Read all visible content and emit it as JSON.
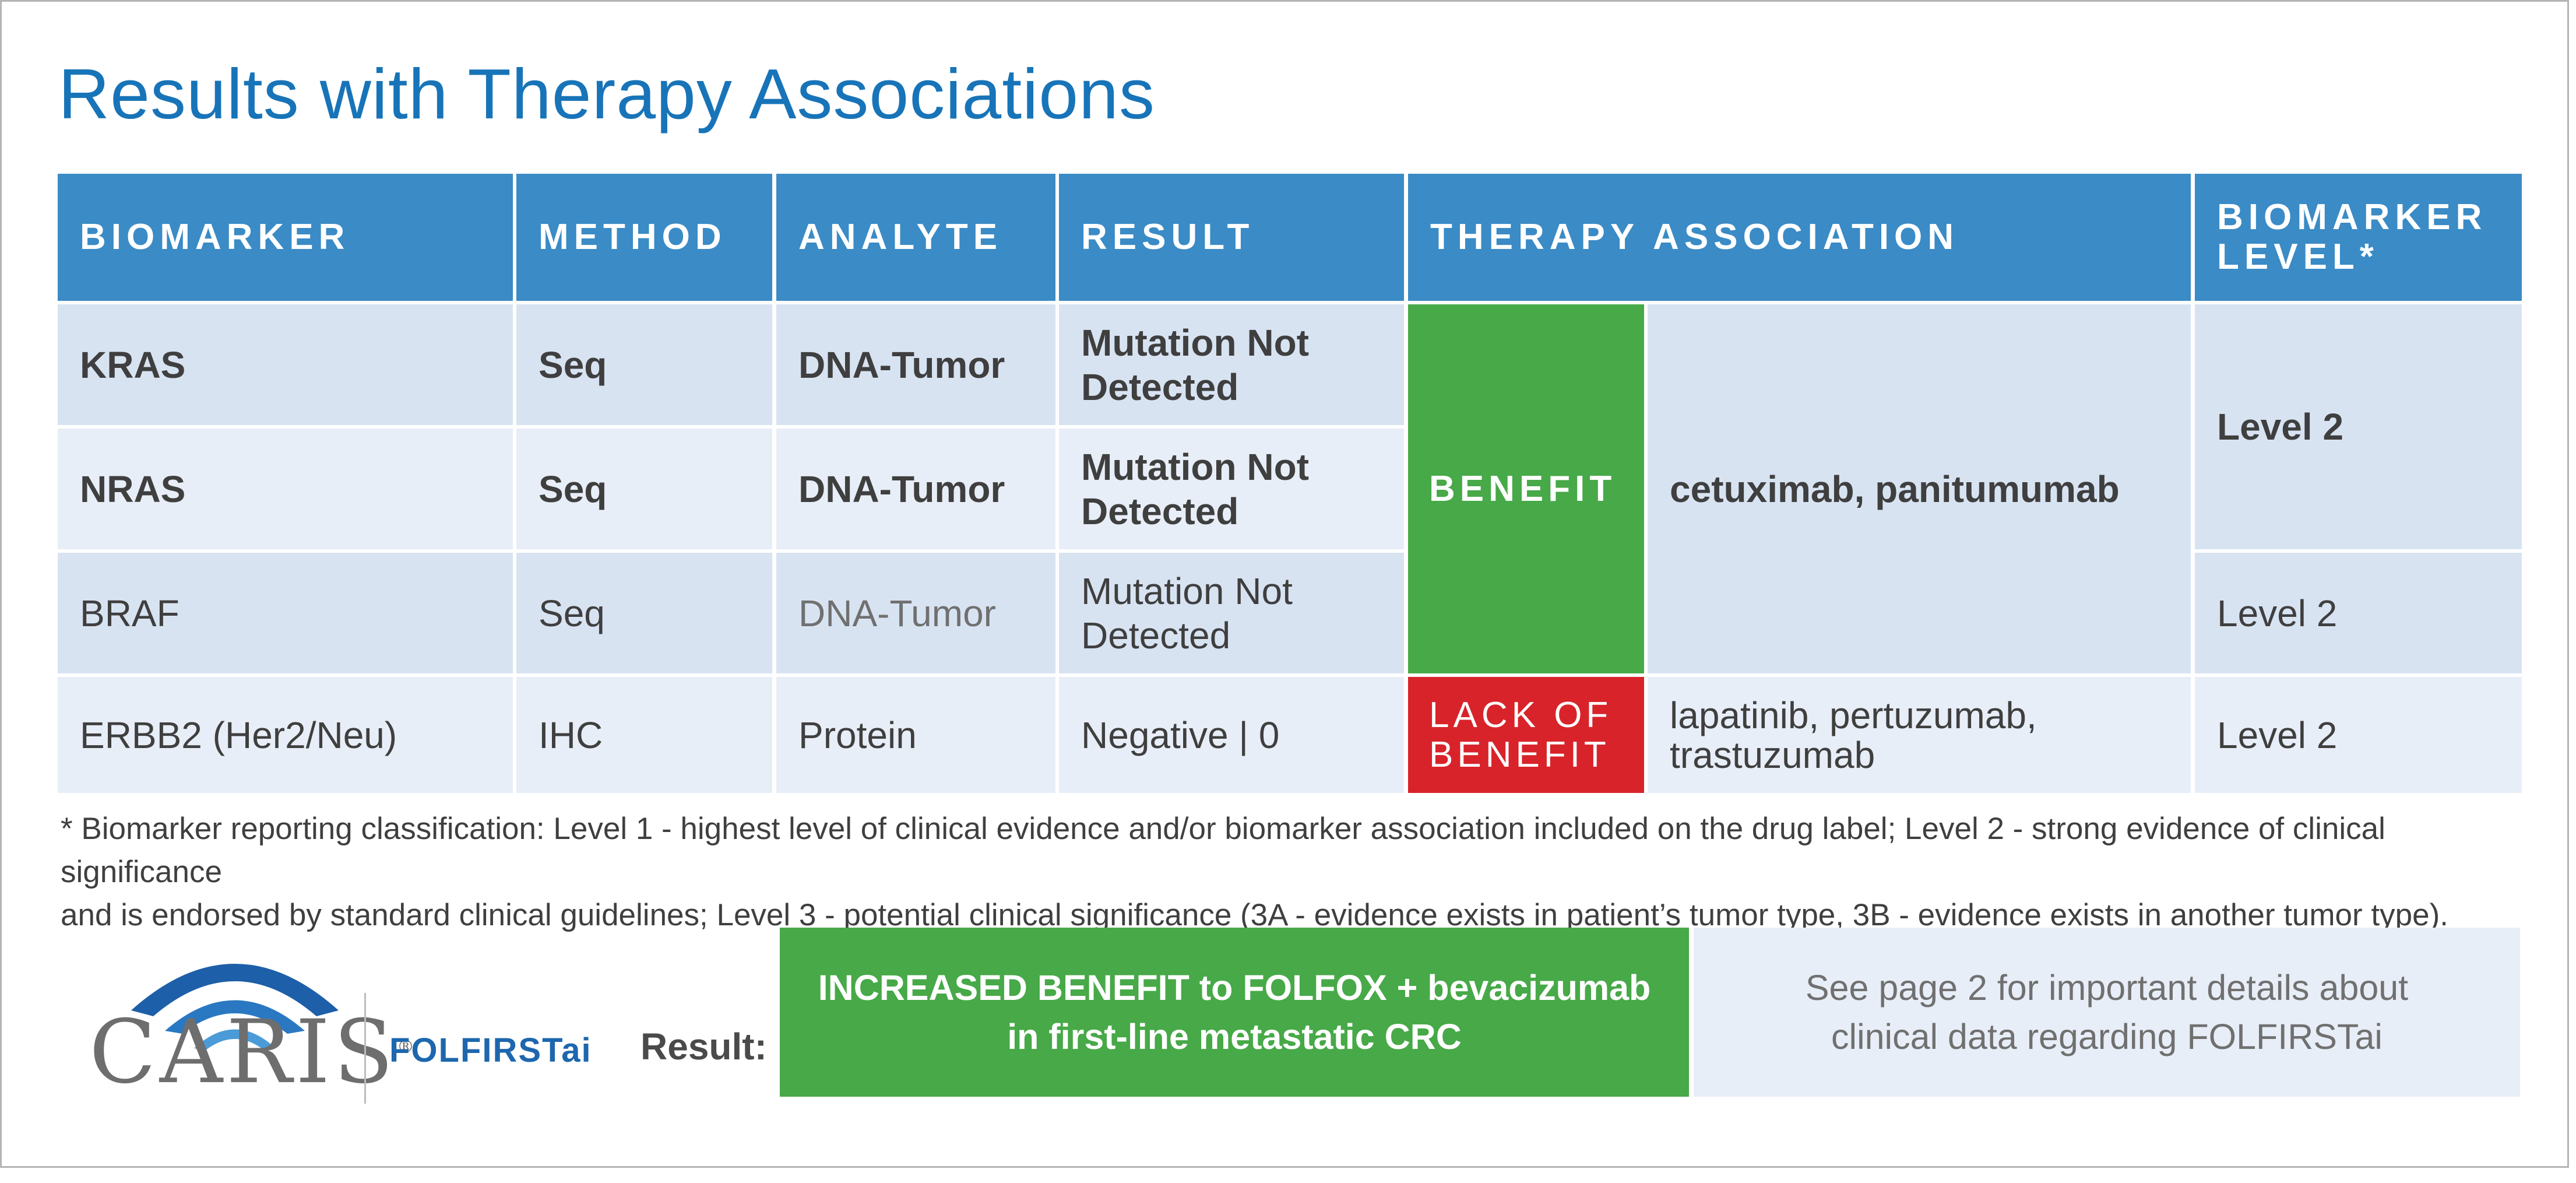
{
  "title": "Results with Therapy Associations",
  "table": {
    "headers": {
      "biomarker": "BIOMARKER",
      "method": "METHOD",
      "analyte": "ANALYTE",
      "result": "RESULT",
      "therapy_association": "THERAPY ASSOCIATION",
      "biomarker_level_line1": "BIOMARKER",
      "biomarker_level_line2": "LEVEL*"
    },
    "rows": [
      {
        "biomarker": "KRAS",
        "method": "Seq",
        "analyte": "DNA-Tumor",
        "result_line1": "Mutation Not",
        "result_line2": "Detected"
      },
      {
        "biomarker": "NRAS",
        "method": "Seq",
        "analyte": "DNA-Tumor",
        "result_line1": "Mutation Not",
        "result_line2": "Detected"
      },
      {
        "biomarker": "BRAF",
        "method": "Seq",
        "analyte": "DNA-Tumor",
        "result_line1": "Mutation Not",
        "result_line2": "Detected"
      },
      {
        "biomarker": "ERBB2 (Her2/Neu)",
        "method": "IHC",
        "analyte": "Protein",
        "result": "Negative | 0"
      }
    ],
    "therapy_groups": [
      {
        "association": "BENEFIT",
        "drugs": "cetuximab, panitumumab"
      },
      {
        "association_line1": "LACK OF",
        "association_line2": "BENEFIT",
        "drugs_line1": "lapatinib, pertuzumab,",
        "drugs_line2": "trastuzumab"
      }
    ],
    "levels": [
      "Level 2",
      "Level 2",
      "Level 2"
    ]
  },
  "footnote": {
    "line1": "* Biomarker reporting classification: Level 1 - highest level of clinical evidence and/or biomarker association included on the drug label; Level 2 - strong evidence of clinical significance",
    "line2": "and is endorsed by standard clinical guidelines; Level 3 - potential clinical significance (3A - evidence exists in patient’s tumor type, 3B - evidence exists in another tumor type)."
  },
  "brand": {
    "logo_text": "CARIS",
    "registered_mark": "®",
    "product": "FOLFIRSTai"
  },
  "result_label": "Result:",
  "result_box": {
    "line1": "INCREASED BENEFIT to FOLFOX + bevacizumab",
    "line2": "in first-line metastatic CRC"
  },
  "note_box": {
    "line1": "See page 2 for important details about",
    "line2": "clinical data regarding FOLFIRSTai"
  },
  "colors": {
    "title": "#1874b8",
    "header": "#3a8bc6",
    "benefit": "#47a948",
    "lack_of_benefit": "#d8232a",
    "row_light": "#e8eef7",
    "row_dark": "#d8e3f2",
    "brand_blue": "#1d67ae"
  }
}
